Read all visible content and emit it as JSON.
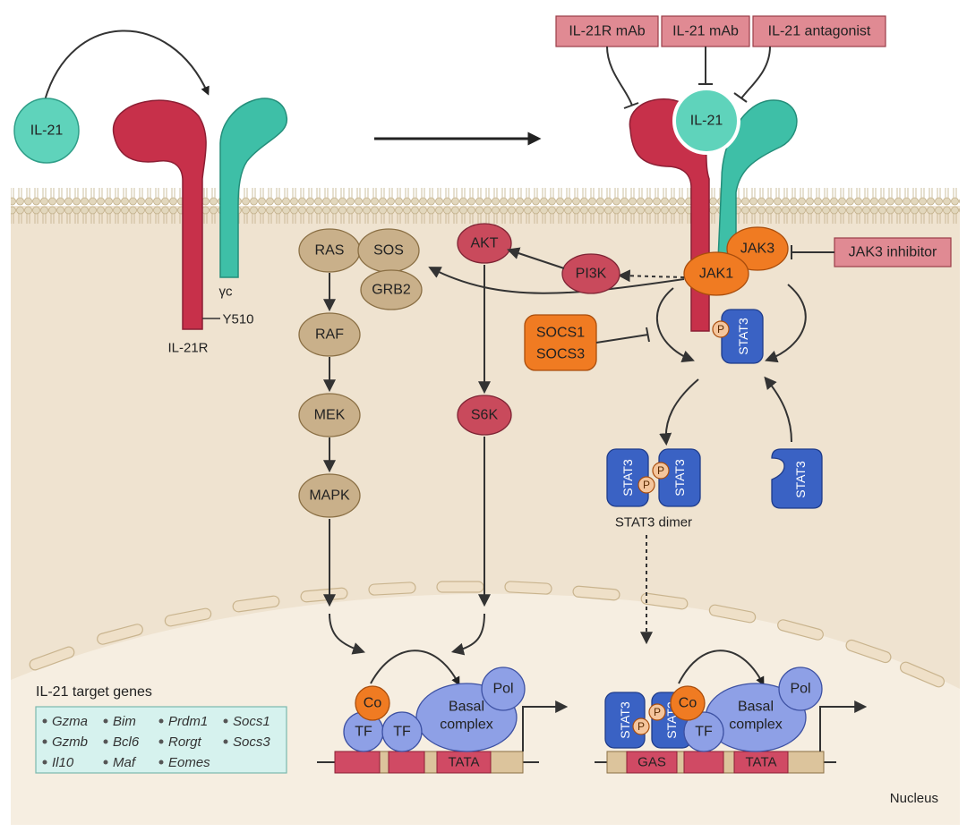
{
  "ligand": {
    "label": "IL-21"
  },
  "receptor": {
    "chain_label": "IL-21R",
    "gamma_label": "γc",
    "residue_label": "Y510"
  },
  "inhibitors": {
    "il21r_mab": "IL-21R mAb",
    "il21_mab": "IL-21 mAb",
    "il21_antagonist": "IL-21 antagonist",
    "jak3_inhibitor": "JAK3 inhibitor"
  },
  "kinases": {
    "jak1": "JAK1",
    "jak3": "JAK3"
  },
  "mapk_pathway": {
    "ras": "RAS",
    "sos": "SOS",
    "grb2": "GRB2",
    "raf": "RAF",
    "mek": "MEK",
    "mapk": "MAPK"
  },
  "akt_pathway": {
    "pi3k": "PI3K",
    "akt": "AKT",
    "s6k": "S6K"
  },
  "socs": {
    "line1": "SOCS1",
    "line2": "SOCS3"
  },
  "stat": {
    "label": "STAT3",
    "phospho": "P",
    "dimer_label": "STAT3 dimer"
  },
  "transcription": {
    "co": "Co",
    "tf": "TF",
    "basal_line1": "Basal",
    "basal_line2": "complex",
    "pol": "Pol",
    "tata": "TATA",
    "gas": "GAS"
  },
  "target_genes": {
    "title": "IL-21 target genes",
    "rows": [
      [
        "Gzma",
        "Bim",
        "Prdm1",
        "Socs1"
      ],
      [
        "Gzmb",
        "Bcl6",
        "Rorgt",
        "Socs3"
      ],
      [
        "Il10",
        "Maf",
        "Eomes",
        ""
      ]
    ]
  },
  "compartment": {
    "nucleus": "Nucleus"
  },
  "colors": {
    "cytoplasm": "#efe3d0",
    "nucleus": "#f6eee1",
    "membrane_head": "#ddd2b8",
    "receptor_red": "#c7304a",
    "gamma_teal": "#3ebfa7",
    "ligand_teal": "#5fd3bb",
    "inhibitor_box": "#e08a93",
    "jak_orange": "#f07b22",
    "tan_node": "#c9b08a",
    "akt_red": "#c94a5c",
    "stat_blue": "#3a62c4",
    "tf_blue": "#8ea0e6",
    "dna_tan": "#dcc49c",
    "dna_red": "#d04a64",
    "gene_box": "#d6f2ee"
  }
}
